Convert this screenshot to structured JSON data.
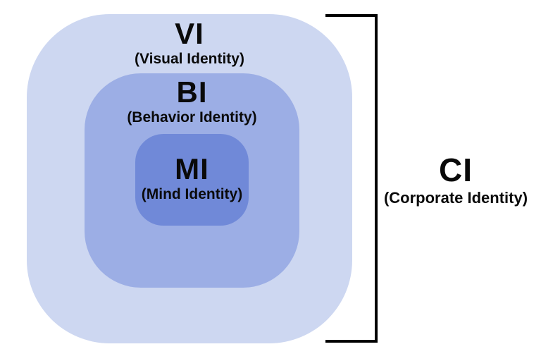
{
  "diagram": {
    "type": "nested-concept-diagram",
    "background": "#ffffff",
    "text_color": "#0a0a0a",
    "layers": [
      {
        "id": "vi",
        "abbr": "VI",
        "full": "(Visual Identity)",
        "fill": "#cdd7f1"
      },
      {
        "id": "bi",
        "abbr": "BI",
        "full": "(Behavior Identity)",
        "fill": "#9caee5"
      },
      {
        "id": "mi",
        "abbr": "MI",
        "full": "(Mind Identity)",
        "fill": "#7089d8"
      }
    ],
    "bracket": {
      "abbr": "CI",
      "full": "(Corporate Identity)",
      "color": "#000000",
      "side": "right"
    }
  }
}
